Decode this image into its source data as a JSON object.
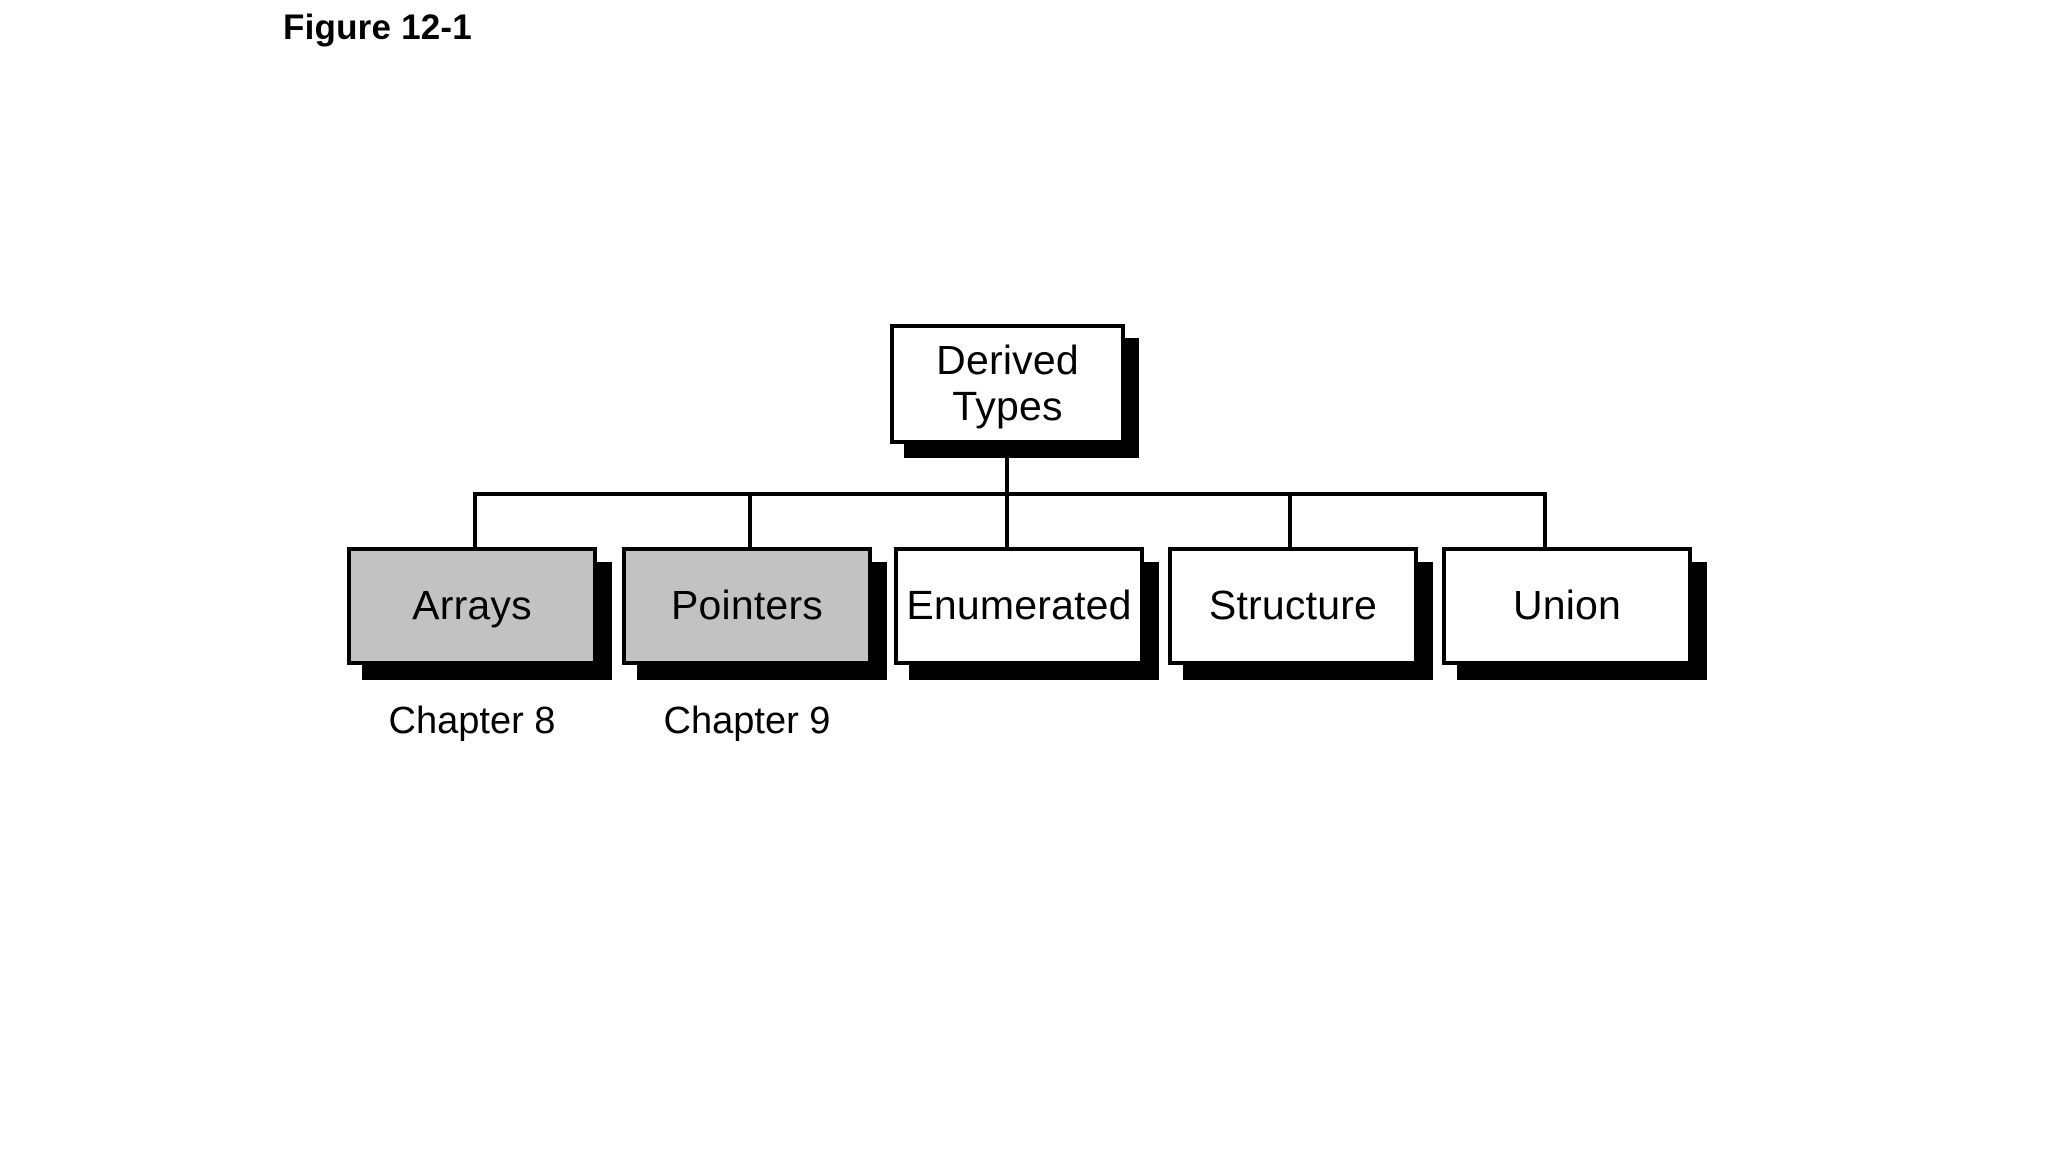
{
  "figure": {
    "title": "Figure 12-1"
  },
  "diagram": {
    "type": "hierarchy-tree",
    "root": {
      "label": "Derived\nTypes",
      "fill": "#ffffff"
    },
    "children": [
      {
        "label": "Arrays",
        "fill": "#c2c2c2",
        "caption": "Chapter 8"
      },
      {
        "label": "Pointers",
        "fill": "#c2c2c2",
        "caption": "Chapter 9"
      },
      {
        "label": "Enumerated",
        "fill": "#ffffff",
        "caption": ""
      },
      {
        "label": "Structure",
        "fill": "#ffffff",
        "caption": ""
      },
      {
        "label": "Union",
        "fill": "#ffffff",
        "caption": ""
      }
    ],
    "colors": {
      "line": "#000000",
      "shadow": "#000000",
      "highlight_fill": "#c2c2c2",
      "plain_fill": "#ffffff",
      "background": "#ffffff"
    }
  }
}
